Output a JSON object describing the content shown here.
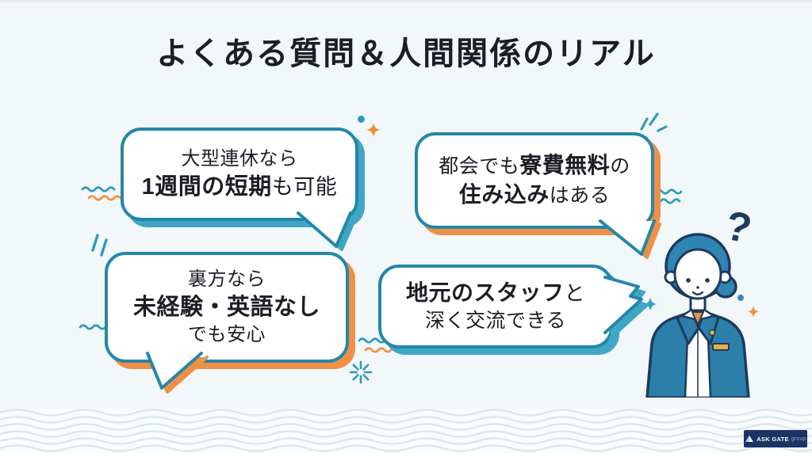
{
  "title": "よくある質問＆人間関係のリアル",
  "bubbles": {
    "short_term": {
      "line1": "大型連休なら",
      "line2_bold": "1週間の短期",
      "line2_rest": "も可能"
    },
    "dorm": {
      "line1_pre": "都会でも",
      "line1_bold": "寮費無料",
      "line1_post": "の",
      "line2_bold": "住み込み",
      "line2_rest": "はある"
    },
    "no_experience": {
      "line1": "裏方なら",
      "line2_bold": "未経験・英語なし",
      "line3": "でも安心"
    },
    "local_staff": {
      "line1_bold": "地元のスタッフ",
      "line1_rest": "と",
      "line2": "深く交流できる"
    }
  },
  "illustration": {
    "question_mark": "?"
  },
  "logo": {
    "brand": "ASK GATE",
    "suffix": "group"
  },
  "colors": {
    "teal": "#2487a8",
    "teal_shadow": "#3fa6c5",
    "orange": "#f0913f",
    "orange_shadow": "#f09045",
    "navy_outline": "#1e3a5f",
    "text_dark": "#1d1d26",
    "background": "#f2f7fa",
    "wave": "#dce7ee",
    "logo_background": "#1c3464",
    "hair_blue": "#2f86b4",
    "blazer_teal": "#2c7fa9",
    "accent_gold": "#e9b23d",
    "accent_blue_dot": "#3b82c4"
  }
}
